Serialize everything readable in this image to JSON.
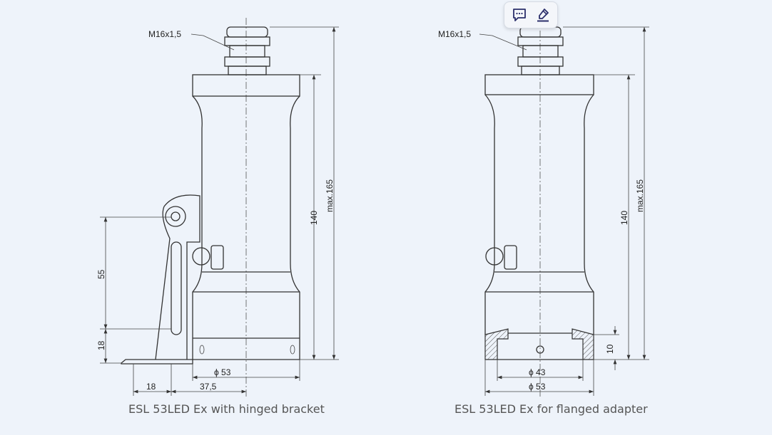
{
  "toolbar": {
    "comment_icon": "comment-icon",
    "highlight_icon": "highlighter-icon"
  },
  "left_drawing": {
    "thread_label": "M16x1,5",
    "dim_height": "140",
    "dim_max": "max.165",
    "dim_55": "55",
    "dim_18_vertical": "18",
    "dim_diameter": "ϕ 53",
    "dim_18_horizontal": "18",
    "dim_37_5": "37,5",
    "caption": "ESL 53LED Ex with hinged bracket"
  },
  "right_drawing": {
    "thread_label": "M16x1,5",
    "dim_height": "140",
    "dim_max": "max.165",
    "dim_10": "10",
    "dim_diameter_43": "ϕ 43",
    "dim_diameter_53": "ϕ 53",
    "caption": "ESL 53LED Ex for flanged adapter"
  },
  "colors": {
    "background": "#eef3fa",
    "line": "#333333",
    "icon": "#2b2f6b"
  }
}
